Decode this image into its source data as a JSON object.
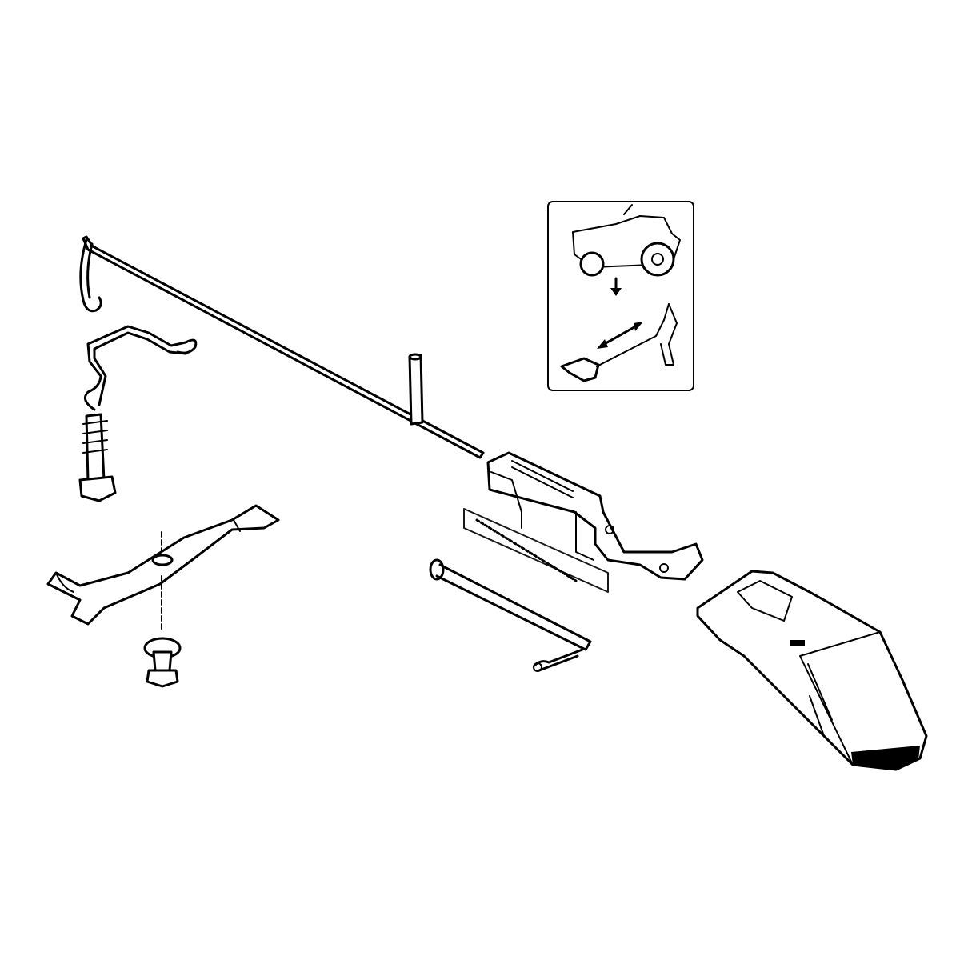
{
  "diagram": {
    "type": "exploded-parts-illustration",
    "colors": {
      "line": "#000000",
      "background": "#ffffff"
    },
    "parts": [
      "lift-rod",
      "hanger-bracket",
      "shoulder-bolt",
      "mower-blade",
      "blade-bolt",
      "spacer-pin",
      "chute-bracket",
      "spring",
      "pivot-rod",
      "cotter-pin",
      "mulching-chute"
    ],
    "inset": {
      "depicts": "riding-mower-with-chute-installation"
    }
  }
}
